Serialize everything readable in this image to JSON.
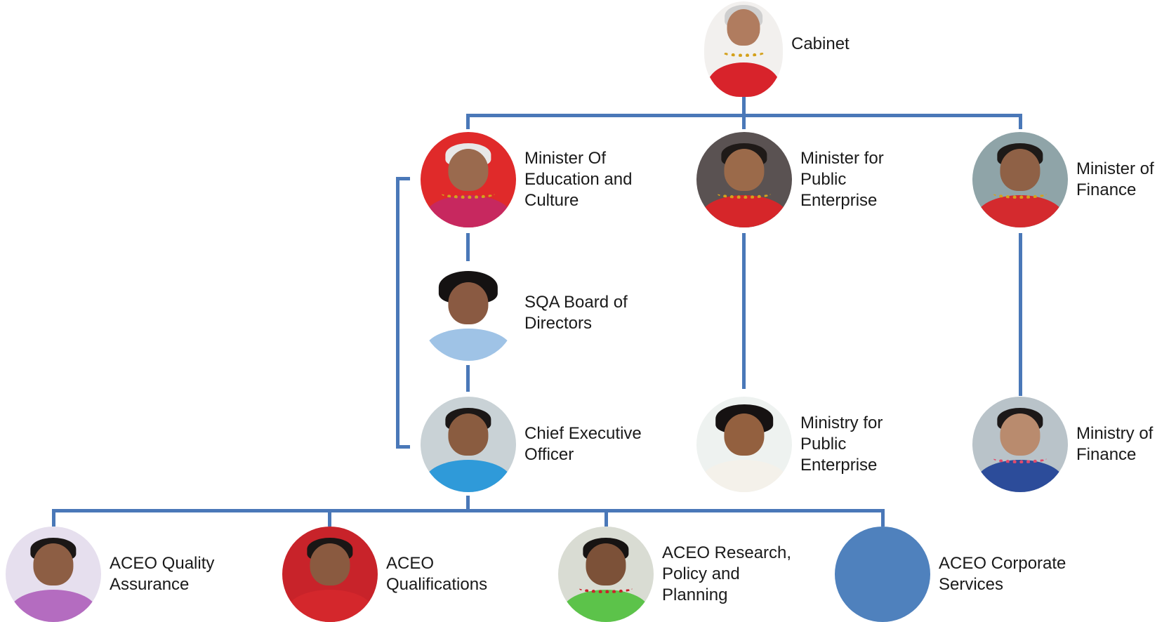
{
  "colors": {
    "connector": "#4a78b8",
    "placeholder_avatar": "#4f81bd"
  },
  "nodes": {
    "cabinet": {
      "label": "Cabinet",
      "icon": "portrait-photo"
    },
    "minister_education": {
      "label": "Minister Of\nEducation and\nCulture",
      "icon": "portrait-photo"
    },
    "minister_public_enterprise": {
      "label": "Minister for\nPublic\nEnterprise",
      "icon": "portrait-photo"
    },
    "minister_finance": {
      "label": "Minister of\nFinance",
      "icon": "portrait-photo"
    },
    "sqa_board": {
      "label": "SQA Board of\nDirectors",
      "icon": "portrait-photo"
    },
    "ceo": {
      "label": "Chief Executive\nOfficer",
      "icon": "portrait-photo"
    },
    "ministry_public_enterprise": {
      "label": "Ministry for\nPublic\nEnterprise",
      "icon": "portrait-photo"
    },
    "ministry_finance": {
      "label": "Ministry of\nFinance",
      "icon": "portrait-photo"
    },
    "aceo_quality": {
      "label": "ACEO Quality\nAssurance",
      "icon": "portrait-photo"
    },
    "aceo_qualifications": {
      "label": "ACEO\nQualifications",
      "icon": "portrait-photo"
    },
    "aceo_research": {
      "label": "ACEO Research,\nPolicy and\nPlanning",
      "icon": "portrait-photo"
    },
    "aceo_corporate": {
      "label": "ACEO Corporate\nServices",
      "icon": "blank-circle-placeholder"
    }
  }
}
